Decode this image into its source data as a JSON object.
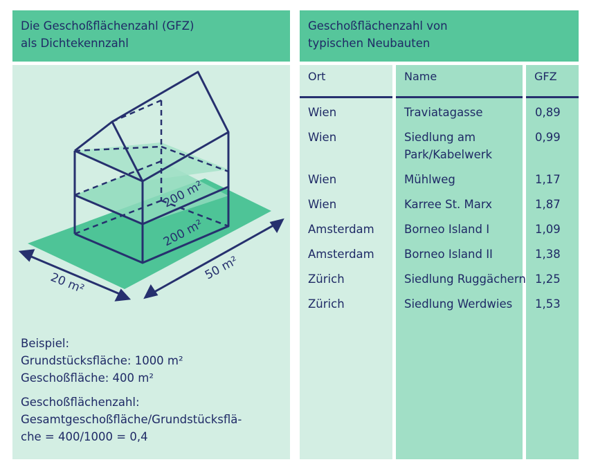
{
  "left_panel": {
    "title_line1": "Die Geschoßflächenzahl (GFZ)",
    "title_line2": "als Dichtekennzahl",
    "diagram": {
      "floor_upper_label": "200 m²",
      "floor_lower_label": "200 m²",
      "width_label": "20 m²",
      "length_label": "50 m²"
    },
    "example": {
      "heading": "Beispiel:",
      "plot_area": "Grundstücksfläche: 1000 m²",
      "floor_area": "Geschoßfläche: 400 m²",
      "ratio_heading": "Geschoßflächenzahl:",
      "formula_line1": "Gesamtgeschoßfläche/Grundstücksflä-",
      "formula_line2": "che = 400/1000 = 0,4"
    },
    "colors": {
      "header": "#56c69b",
      "body": "#d3eee3",
      "plot": "#4ec497",
      "floor": "#9ddfc3",
      "line": "#26306e"
    }
  },
  "right_panel": {
    "title_line1": "Geschoßflächenzahl von",
    "title_line2": "typischen Neubauten",
    "columns": {
      "ort": "Ort",
      "name": "Name",
      "gfz": "GFZ"
    },
    "rows": [
      {
        "ort": "Wien",
        "name": "Traviatagasse",
        "gfz": "0,89"
      },
      {
        "ort": "Wien",
        "name": "Siedlung am Park/Kabelwerk",
        "gfz": "0,99"
      },
      {
        "ort": "Wien",
        "name": "Mühlweg",
        "gfz": "1,17"
      },
      {
        "ort": "Wien",
        "name": "Karree St. Marx",
        "gfz": "1,87"
      },
      {
        "ort": "Amsterdam",
        "name": "Borneo Island I",
        "gfz": "1,09"
      },
      {
        "ort": "Amsterdam",
        "name": "Borneo Island II",
        "gfz": "1,38"
      },
      {
        "ort": "Zürich",
        "name": "Siedlung Ruggächern",
        "gfz": "1,25"
      },
      {
        "ort": "Zürich",
        "name": "Siedlung Werdwies",
        "gfz": "1,53"
      }
    ]
  }
}
